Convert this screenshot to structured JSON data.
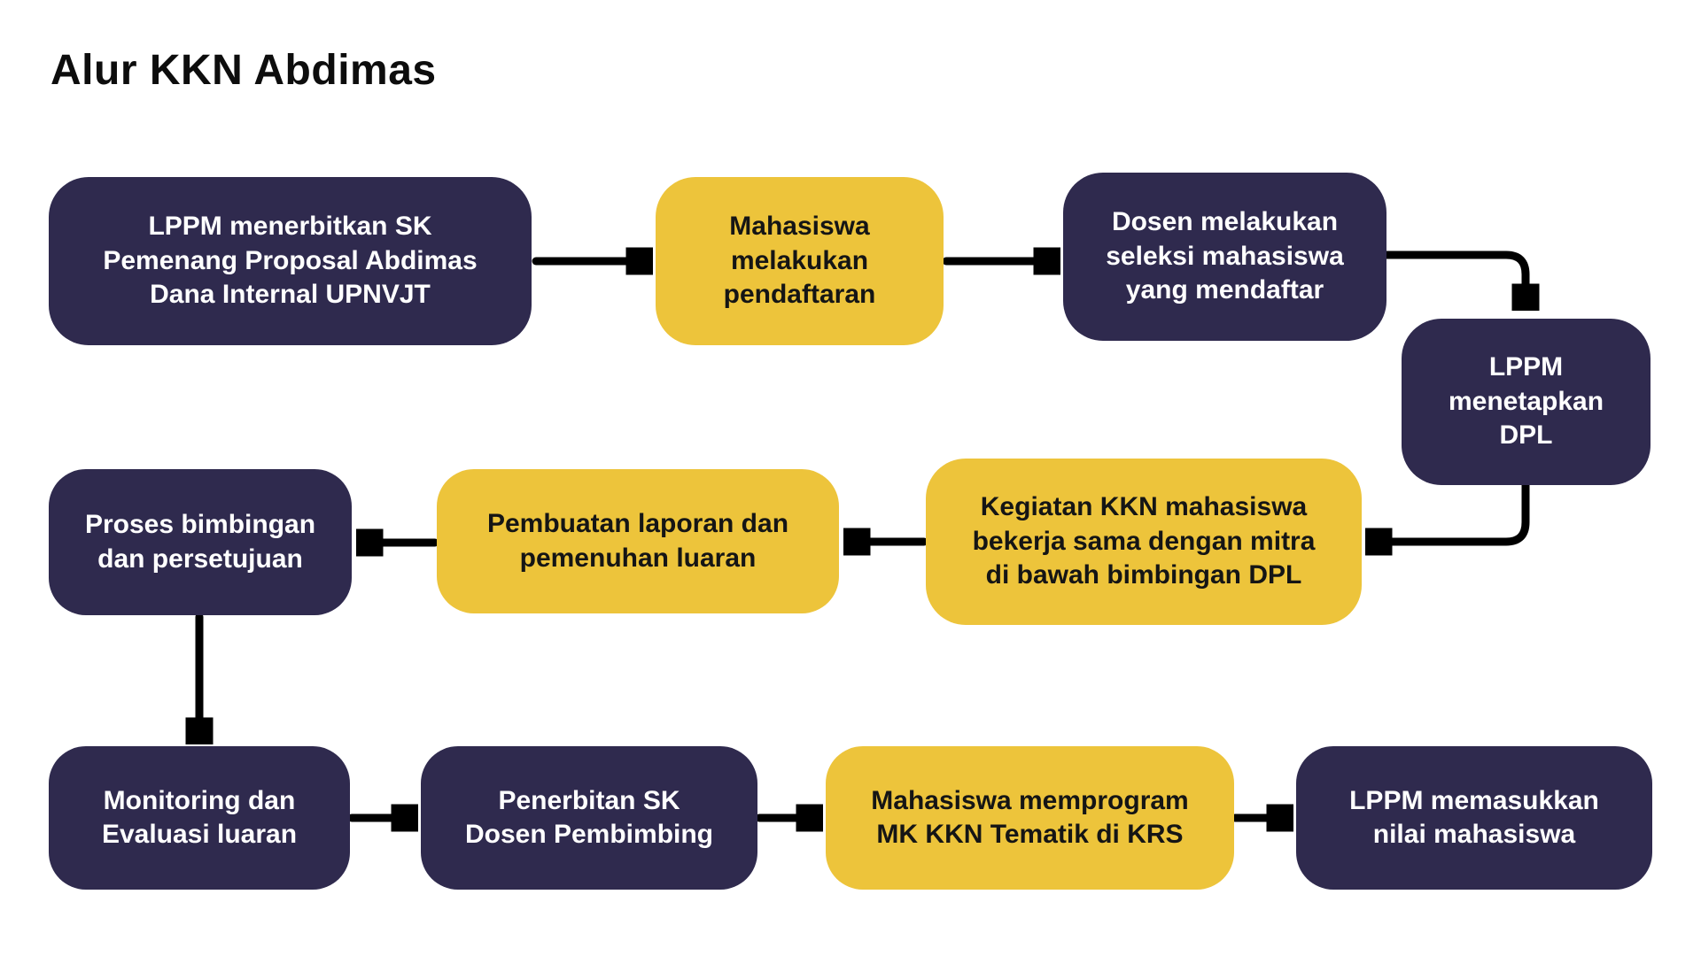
{
  "title": "Alur KKN Abdimas",
  "colors": {
    "background": "#FFFFFF",
    "navy": "#2F2A4E",
    "yellow": "#EDC43B",
    "arrow": "#000000",
    "title_text": "#0D0D0D",
    "box_text_light": "#FFFFFF",
    "box_text_dark": "#151515"
  },
  "flow": {
    "nodes": [
      {
        "id": "lppm-sk-pemenang",
        "style": "navy",
        "label": "LPPM menerbitkan SK\nPemenang Proposal Abdimas\nDana Internal UPNVJT"
      },
      {
        "id": "mahasiswa-pendaftaran",
        "style": "yellow",
        "label": "Mahasiswa\nmelakukan\npendaftaran"
      },
      {
        "id": "dosen-seleksi",
        "style": "navy",
        "label": "Dosen melakukan\nseleksi mahasiswa\nyang mendaftar"
      },
      {
        "id": "lppm-menetapkan-dpl",
        "style": "navy",
        "label": "LPPM\nmenetapkan\nDPL"
      },
      {
        "id": "kegiatan-kkn",
        "style": "yellow",
        "label": "Kegiatan KKN mahasiswa\nbekerja sama dengan mitra\ndi bawah bimbingan DPL"
      },
      {
        "id": "pembuatan-laporan",
        "style": "yellow",
        "label": "Pembuatan laporan dan\npemenuhan luaran"
      },
      {
        "id": "proses-bimbingan",
        "style": "navy",
        "label": "Proses bimbingan\ndan persetujuan"
      },
      {
        "id": "monitoring-evaluasi",
        "style": "navy",
        "label": "Monitoring dan\nEvaluasi luaran"
      },
      {
        "id": "penerbitan-sk-dosen",
        "style": "navy",
        "label": "Penerbitan SK\nDosen Pembimbing"
      },
      {
        "id": "mahasiswa-krs",
        "style": "yellow",
        "label": "Mahasiswa memprogram\nMK KKN Tematik di KRS"
      },
      {
        "id": "lppm-nilai",
        "style": "navy",
        "label": "LPPM memasukkan\nnilai mahasiswa"
      }
    ]
  }
}
